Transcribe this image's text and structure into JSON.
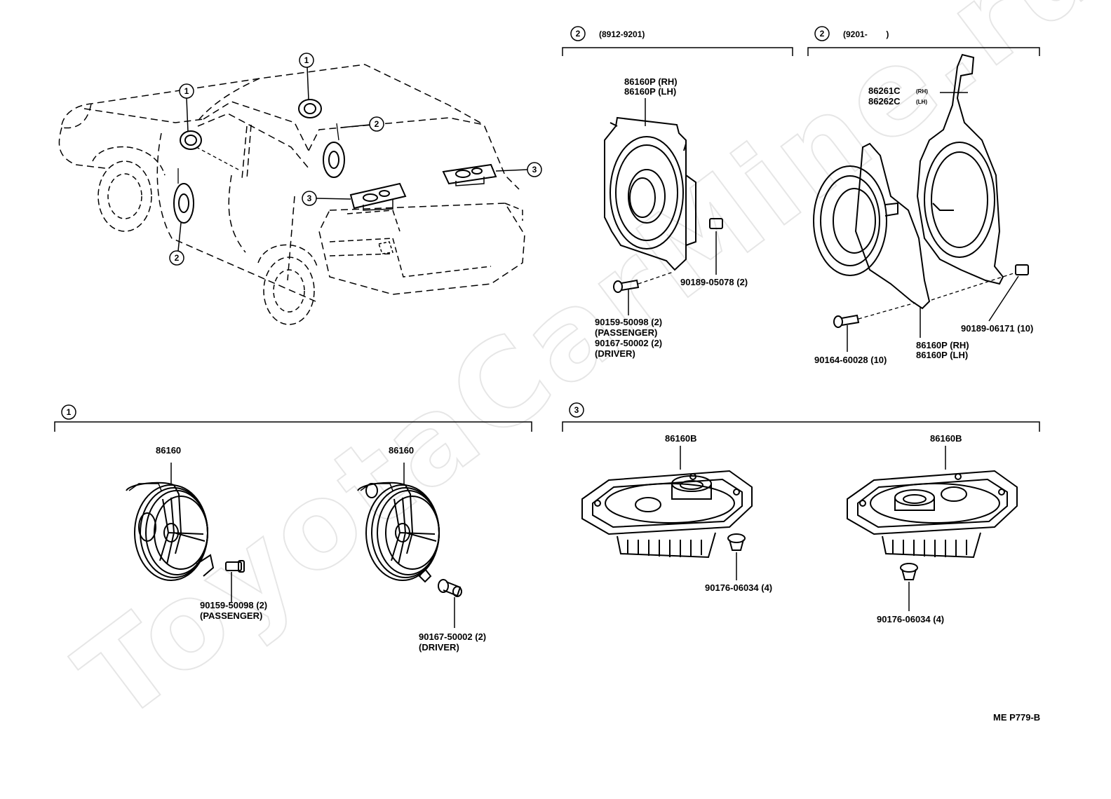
{
  "watermark": "ToyotaCarMine.ru",
  "diagram_code": "ME P779-B",
  "callouts": {
    "one": "1",
    "two": "2",
    "three": "3"
  },
  "section_2a": {
    "num": "2",
    "range": "(8912-9201)"
  },
  "section_2b": {
    "num": "2",
    "range": "(9201-        )"
  },
  "section_1": {
    "num": "1"
  },
  "section_3": {
    "num": "3"
  },
  "labels": {
    "p86160p_rh_a": "86160P (RH)",
    "p86160p_lh_a": "86160P (LH)",
    "p86261c": "86261C",
    "p86261c_side": "(RH)",
    "p86262c": "86262C",
    "p86262c_side": "(LH)",
    "p90189_05078": "90189-05078 (2)",
    "p90159_50098_a": "90159-50098 (2)",
    "passenger_a": "(PASSENGER)",
    "p90167_50002_a": "90167-50002 (2)",
    "driver_a": "(DRIVER)",
    "p90189_06171": "90189-06171 (10)",
    "p86160p_rh_b": "86160P (RH)",
    "p86160p_lh_b": "86160P (LH)",
    "p90164_60028": "90164-60028 (10)",
    "p86160_left": "86160",
    "p86160_right": "86160",
    "p90159_50098_b": "90159-50098 (2)",
    "passenger_b": "(PASSENGER)",
    "p90167_50002_b": "90167-50002 (2)",
    "driver_b": "(DRIVER)",
    "p86160b_left": "86160B",
    "p86160b_right": "86160B",
    "p90176_06034_a": "90176-06034 (4)",
    "p90176_06034_b": "90176-06034 (4)"
  }
}
